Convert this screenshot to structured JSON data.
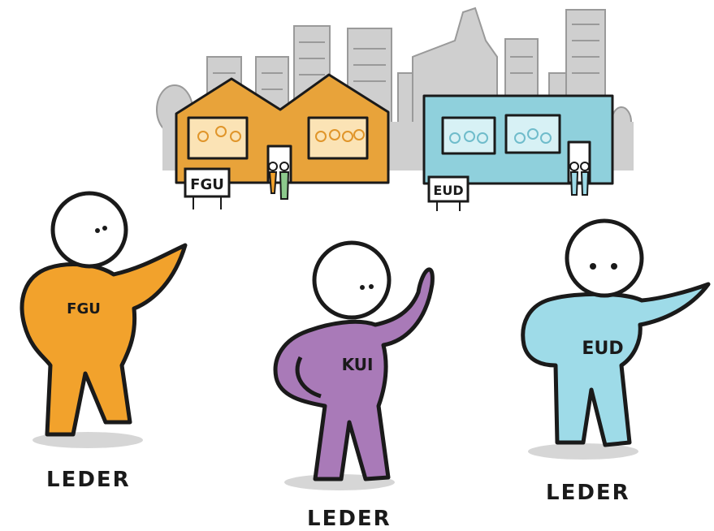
{
  "signs": {
    "left": "FGU",
    "right": "EUD"
  },
  "figures": [
    {
      "shirt_label": "FGU",
      "caption": "LEDER",
      "color": "#f2a22c"
    },
    {
      "shirt_label": "KUI",
      "caption": "LEDER",
      "color": "#a97ab8"
    },
    {
      "shirt_label": "EUD",
      "caption": "LEDER",
      "color": "#9edbe8"
    }
  ],
  "colors": {
    "outline": "#1a1a1a",
    "city_gray": "#cfcfcf",
    "fgu_building": "#e8a33a",
    "eud_building": "#8fd0dc",
    "shadow": "#d6d6d6"
  }
}
